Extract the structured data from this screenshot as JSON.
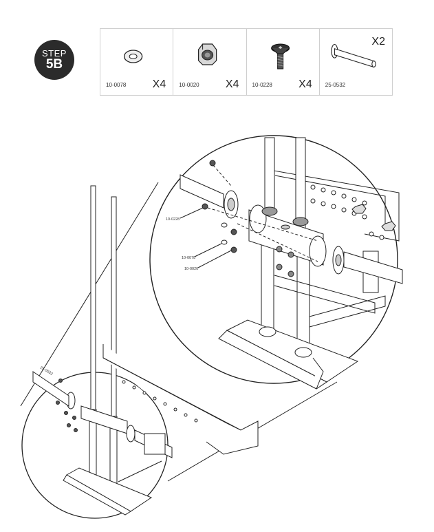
{
  "step": {
    "word": "STEP",
    "number": "5B"
  },
  "parts": [
    {
      "id": "10-0078",
      "qty": "X4",
      "icon": "washer-icon"
    },
    {
      "id": "10-0020",
      "qty": "X4",
      "icon": "nut-icon"
    },
    {
      "id": "10-0228",
      "qty": "X4",
      "icon": "bolt-icon"
    },
    {
      "id": "25-0532",
      "qty": "X2",
      "icon": "pin-icon"
    }
  ],
  "callouts": {
    "bolt": "10-0228",
    "washer": "10-0078",
    "nut": "10-0020",
    "pin": "25-0532"
  }
}
